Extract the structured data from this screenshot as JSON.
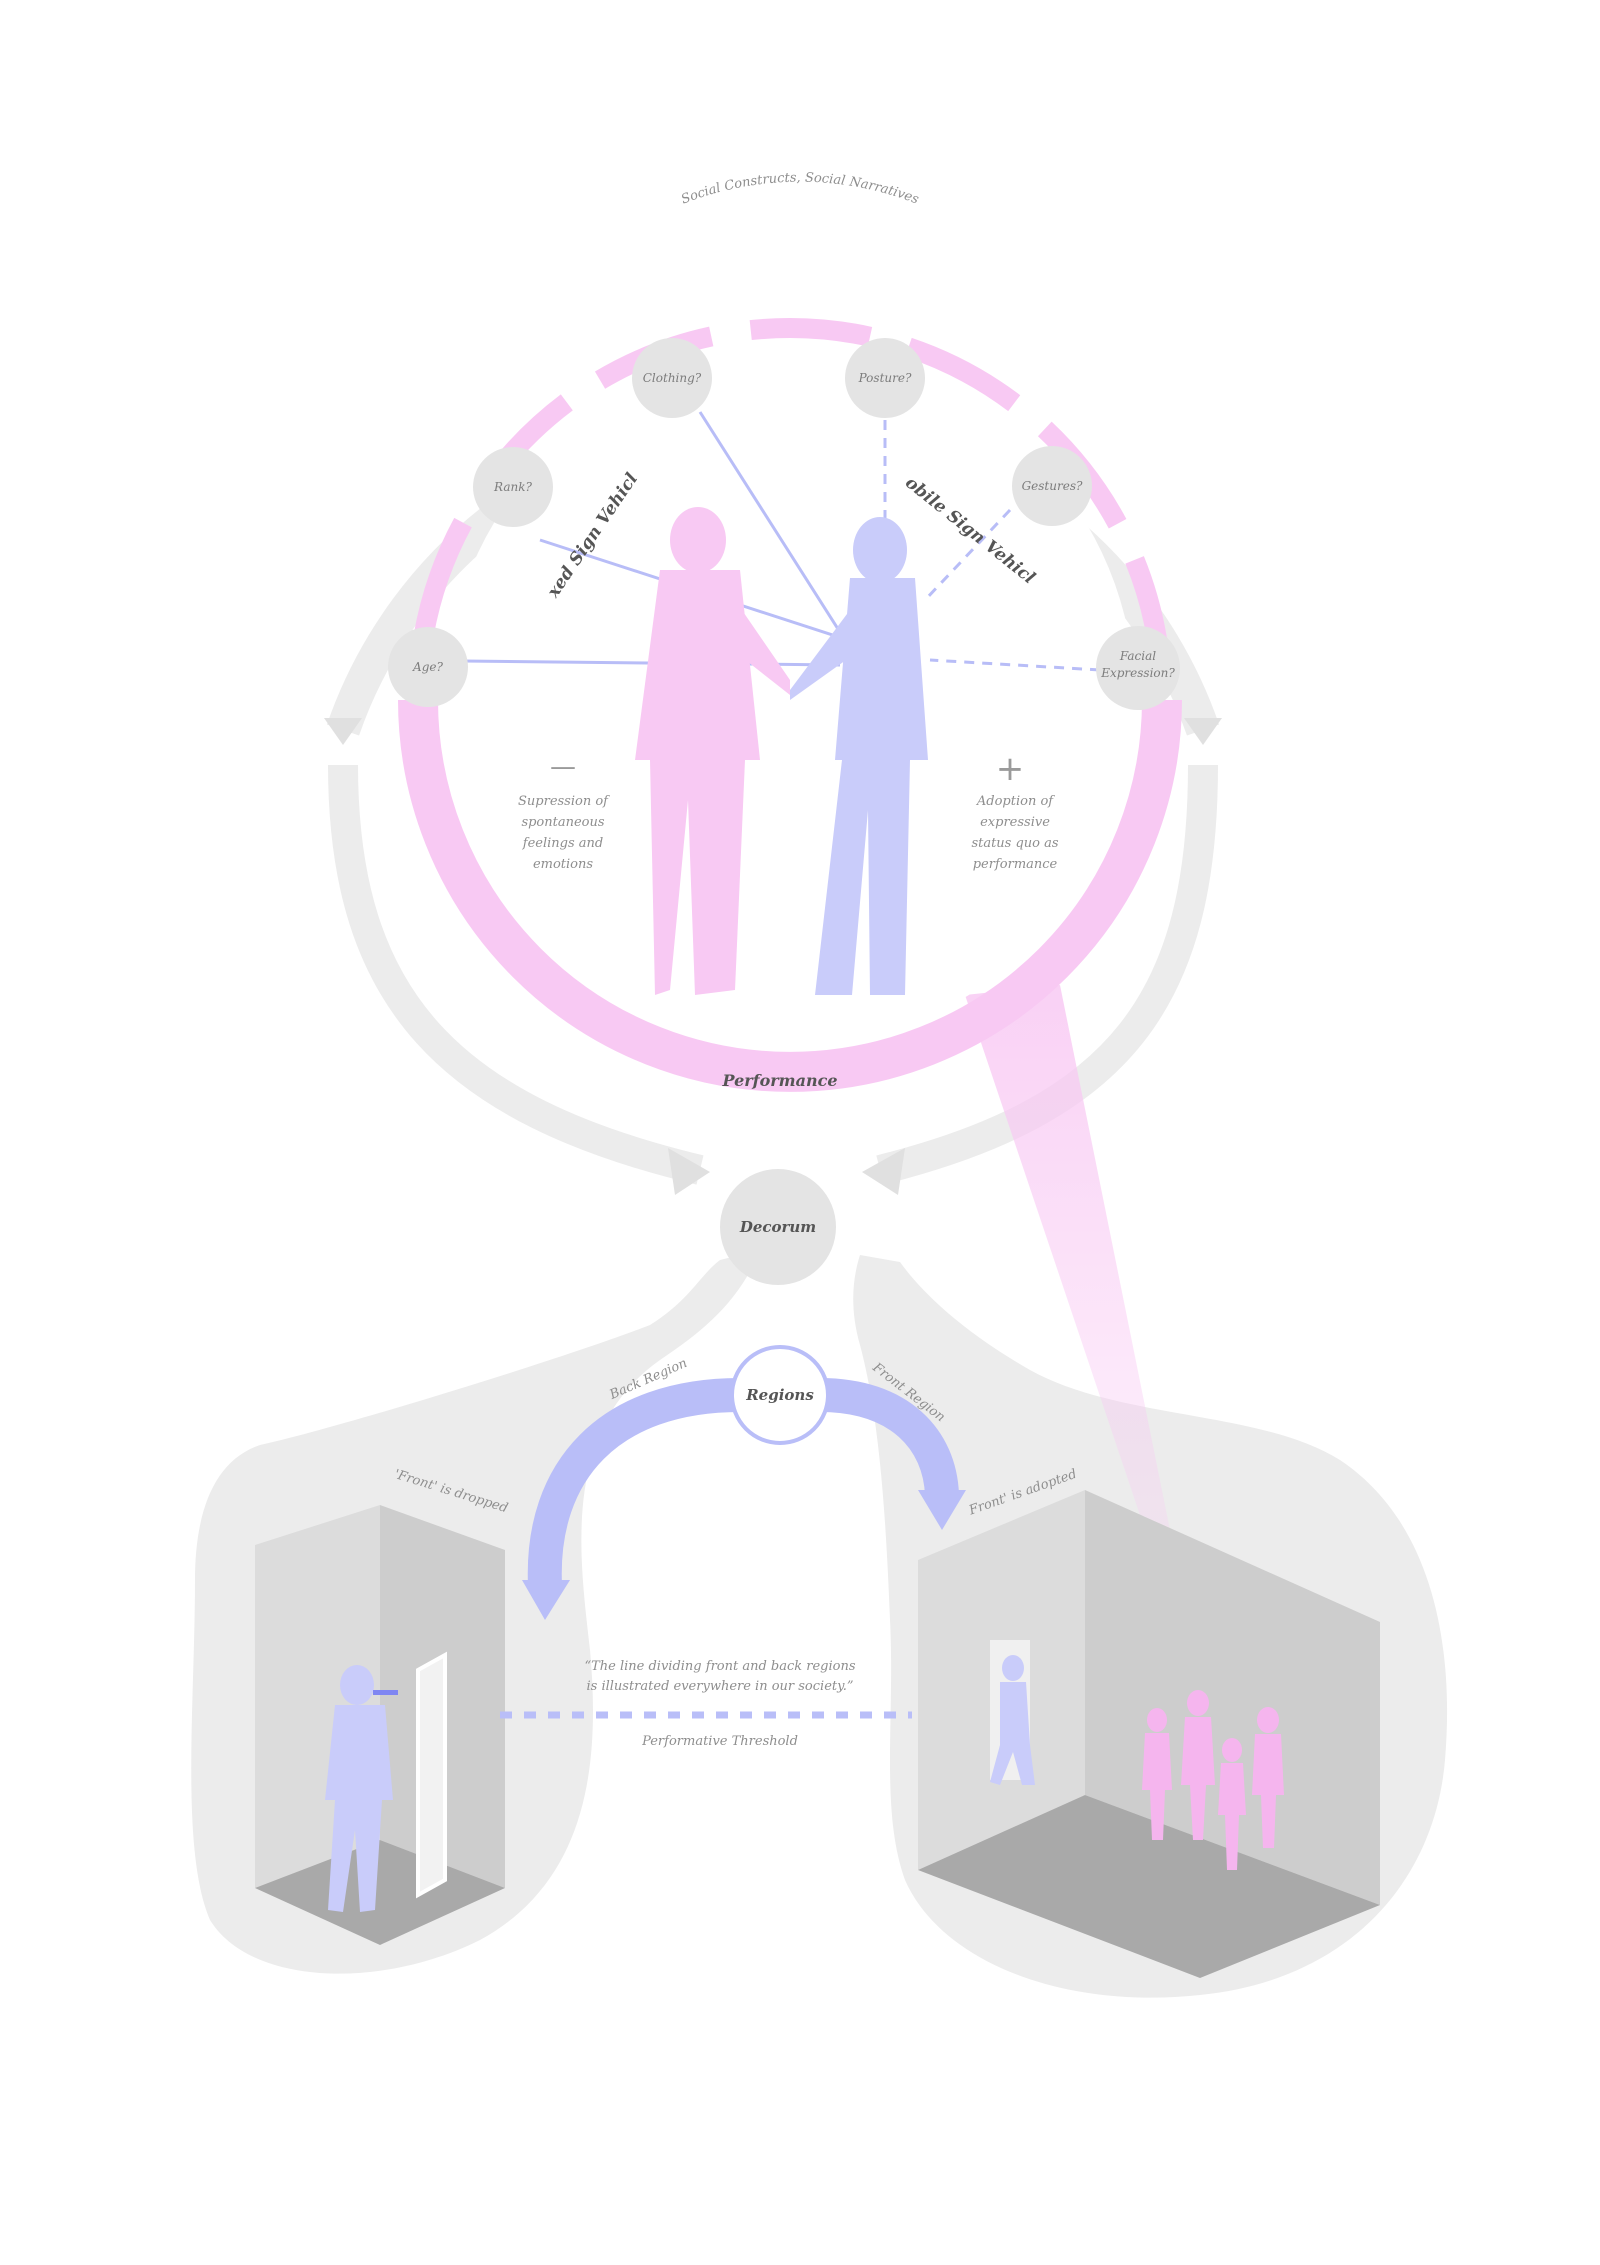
{
  "colors": {
    "pink": "#f8c9f3",
    "pink_strong": "#f5b5ee",
    "blue": "#c9ccfa",
    "blue_strong": "#a9aef7",
    "grey_band": "#ececec",
    "grey_node": "#e4e4e4",
    "room_wall": "#d6d6d6",
    "room_floor": "#a9a9a9",
    "text": "#8e8e8e"
  },
  "top": {
    "outer_ring_label": "Social Constructs, Social Narratives",
    "performance_label": "Performance",
    "fixed_label": "Fixed Sign Vehicles",
    "mobile_label": "Mobile Sign Vehicles",
    "nodes": {
      "age": "Age?",
      "rank": "Rank?",
      "clothing": "Clothing?",
      "posture": "Posture?",
      "gestures": "Gestures?",
      "facial_1": "Facial",
      "facial_2": "Expression?"
    },
    "minus_symbol": "—",
    "plus_symbol": "+",
    "left_text": [
      "Supression of",
      "spontaneous",
      "feelings and",
      "emotions"
    ],
    "right_text": [
      "Adoption of",
      "expressive",
      "status quo as",
      "performance"
    ]
  },
  "middle": {
    "decorum_label": "Decorum",
    "regions_label": "Regions",
    "back_region_label": "Back Region",
    "front_region_label": "Front Region"
  },
  "bottom": {
    "left_room_label": "'Front' is dropped",
    "right_room_label": "'Front' is adopted",
    "quote_line1": "“The line dividing front and back regions",
    "quote_line2": "is illustrated everywhere in our society.”",
    "threshold_label": "Performative Threshold"
  }
}
